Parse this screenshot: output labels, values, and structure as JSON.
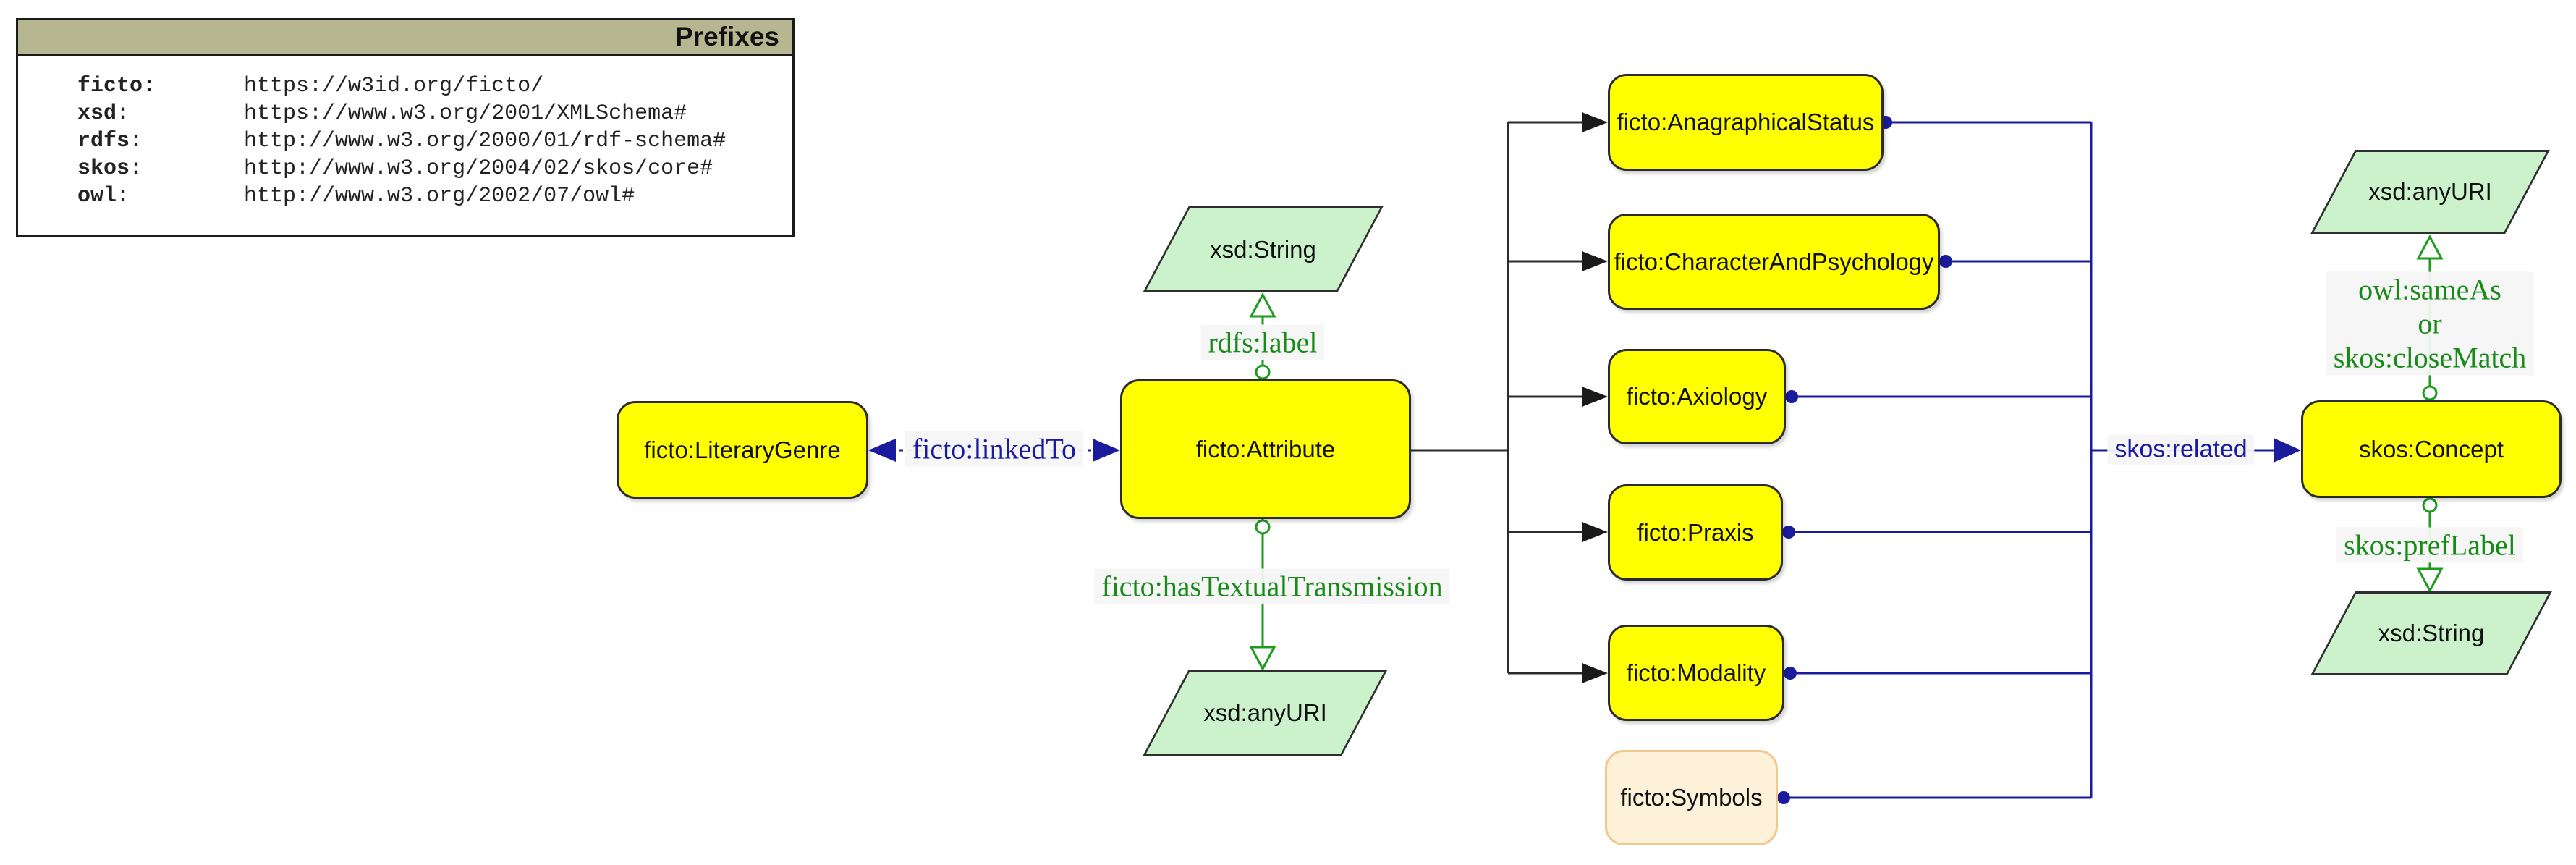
{
  "prefixes_panel": {
    "title": "Prefixes",
    "entries": [
      {
        "prefix": "ficto:",
        "uri": "https://w3id.org/ficto/"
      },
      {
        "prefix": "xsd:",
        "uri": "https://www.w3.org/2001/XMLSchema#"
      },
      {
        "prefix": "rdfs:",
        "uri": "http://www.w3.org/2000/01/rdf-schema#"
      },
      {
        "prefix": "skos:",
        "uri": "http://www.w3.org/2004/02/skos/core#"
      },
      {
        "prefix": "owl:",
        "uri": "http://www.w3.org/2002/07/owl#"
      }
    ]
  },
  "nodes": {
    "literary_genre": {
      "label": "ficto:LiteraryGenre"
    },
    "attribute": {
      "label": "ficto:Attribute"
    },
    "anagraphical_status": {
      "label": "ficto:AnagraphicalStatus"
    },
    "character_psychology": {
      "label": "ficto:CharacterAndPsychology"
    },
    "axiology": {
      "label": "ficto:Axiology"
    },
    "praxis": {
      "label": "ficto:Praxis"
    },
    "modality": {
      "label": "ficto:Modality"
    },
    "symbols": {
      "label": "ficto:Symbols"
    },
    "skos_concept": {
      "label": "skos:Concept"
    },
    "xsd_string_top": {
      "label": "xsd:String"
    },
    "xsd_anyuri_bottom": {
      "label": "xsd:anyURI"
    },
    "xsd_anyuri_right": {
      "label": "xsd:anyURI"
    },
    "xsd_string_right": {
      "label": "xsd:String"
    }
  },
  "edges": {
    "rdfs_label": "rdfs:label",
    "has_textual_transmission": "ficto:hasTextualTransmission",
    "linked_to": "ficto:linkedTo",
    "skos_related": "skos:related",
    "same_as": "owl:sameAs",
    "or_word": "or",
    "close_match": "skos:closeMatch",
    "pref_label": "skos:prefLabel"
  },
  "colors": {
    "class_fill": "#ffff00",
    "class_border": "#2b2b2b",
    "symbols_fill": "#fdf1d9",
    "symbols_border": "#f2c98c",
    "datatype_fill": "#ccf2cc",
    "object_property_blue": "#1b1b9e",
    "data_property_green": "#1d9b1d",
    "plain_link_black": "#2b2b2b",
    "panel_header": "#b6b690"
  }
}
